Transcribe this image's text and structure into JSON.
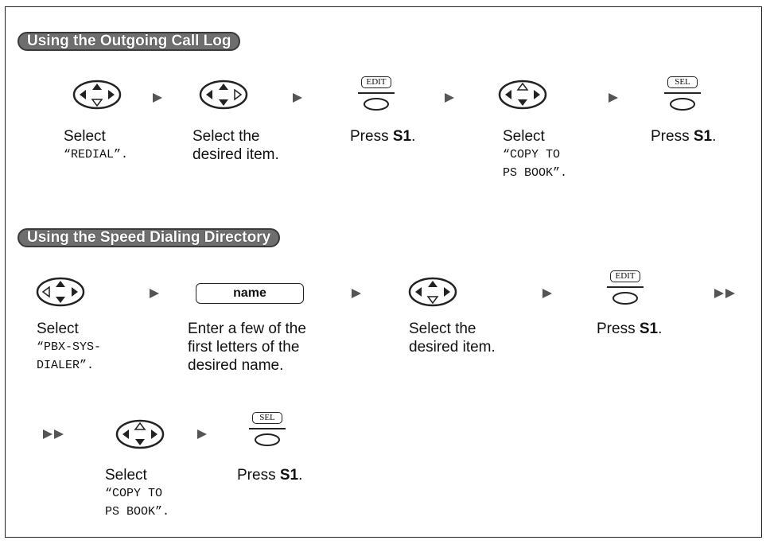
{
  "sections": [
    {
      "title": "Using the Outgoing Call Log",
      "steps": [
        {
          "line1": "Select",
          "line2": "“REDIAL”."
        },
        {
          "line1": "Select the",
          "line2": "desired item."
        },
        {
          "key": "EDIT",
          "pre": "Press ",
          "bold": "S1",
          "post": "."
        },
        {
          "line1": "Select",
          "line2": "“COPY TO",
          "line3": "PS BOOK”."
        },
        {
          "key": "SEL",
          "pre": "Press ",
          "bold": "S1",
          "post": "."
        }
      ]
    },
    {
      "title": "Using the Speed Dialing Directory",
      "steps": [
        {
          "line1": "Select",
          "line2": "“PBX-SYS-",
          "line3": "DIALER”."
        },
        {
          "box": "name",
          "line1": "Enter a few of the",
          "line2": "first letters of the",
          "line3": "desired name."
        },
        {
          "line1": "Select the",
          "line2": "desired item."
        },
        {
          "key": "EDIT",
          "pre": "Press ",
          "bold": "S1",
          "post": "."
        },
        {
          "line1": "Select",
          "line2": "“COPY TO",
          "line3": "PS BOOK”."
        },
        {
          "key": "SEL",
          "pre": "Press ",
          "bold": "S1",
          "post": "."
        }
      ]
    }
  ]
}
